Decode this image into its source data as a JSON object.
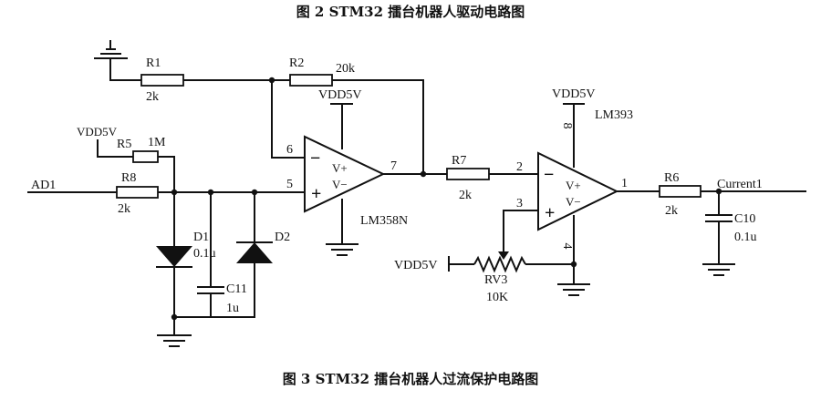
{
  "captions": {
    "top": "图 2  STM32 擂台机器人驱动电路图",
    "bottom": "图 3  STM32 擂台机器人过流保护电路图"
  },
  "signals": {
    "input": "AD1",
    "output": "Current1"
  },
  "supplies": {
    "vdd_r5": "VDD5V",
    "vdd_op1": "VDD5V",
    "vdd_comp": "VDD5V",
    "vdd_rv3": "VDD5V"
  },
  "components": {
    "R1": {
      "ref": "R1",
      "value": "2k"
    },
    "R2": {
      "ref": "R2",
      "value": "20k"
    },
    "R5": {
      "ref": "R5",
      "value": "1M"
    },
    "R8": {
      "ref": "R8",
      "value": "2k"
    },
    "R7": {
      "ref": "R7",
      "value": "2k"
    },
    "R6": {
      "ref": "R6",
      "value": "2k"
    },
    "D1": {
      "ref": "D1",
      "value": "0.1u"
    },
    "D2": {
      "ref": "D2"
    },
    "C11": {
      "ref": "C11",
      "value": "1u"
    },
    "C10": {
      "ref": "C10",
      "value": "0.1u"
    },
    "RV3": {
      "ref": "RV3",
      "value": "10K"
    },
    "U1": {
      "part": "LM358N",
      "pin_minus": "6",
      "pin_plus": "5",
      "pin_out": "7",
      "vplus": "V+",
      "vminus": "V−"
    },
    "U2": {
      "part": "LM393",
      "pin_minus": "2",
      "pin_plus": "3",
      "pin_out": "1",
      "pin_vcc": "8",
      "pin_gnd": "4",
      "vplus": "V+",
      "vminus": "V−"
    }
  }
}
